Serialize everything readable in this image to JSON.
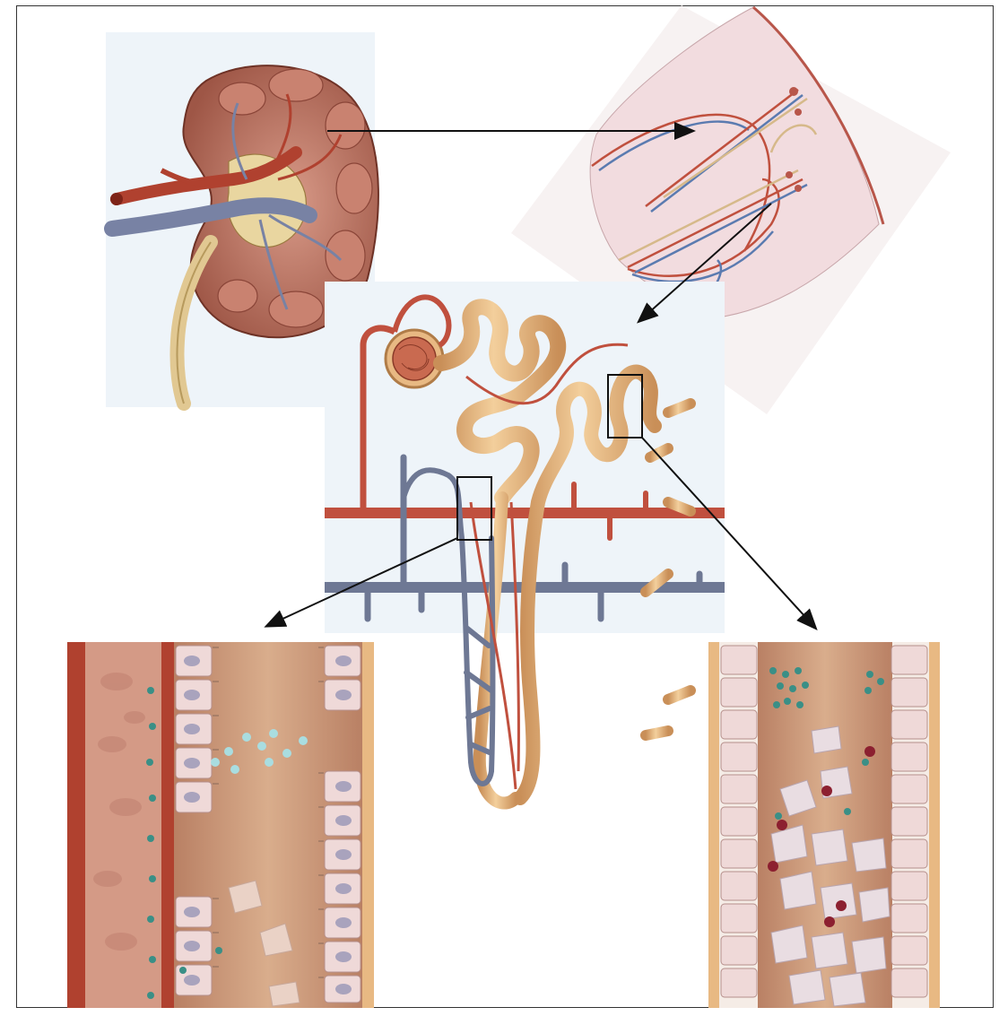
{
  "figure": {
    "panels": [
      {
        "id": "kidney-cross-section"
      },
      {
        "id": "renal-pyramid-detail"
      },
      {
        "id": "nephron-overview"
      },
      {
        "id": "proximal-tubule-detail"
      },
      {
        "id": "distal-tubule-injury-detail"
      }
    ],
    "colors": {
      "artery": "#c0503e",
      "vein": "#6e7894",
      "tubule": "#e8b983",
      "tubule_shadow": "#c98f58",
      "kidney_tissue": "#b8705f",
      "pyramid_bg": "#f5e4e6",
      "lumen": "#c9987a",
      "cell": "#efd9d8",
      "cell_nucleus": "#a9a3bd",
      "particle_teal": "#3a8f86",
      "particle_light": "#a9dde0",
      "particle_red": "#8c2030",
      "arrow": "#111111"
    }
  }
}
